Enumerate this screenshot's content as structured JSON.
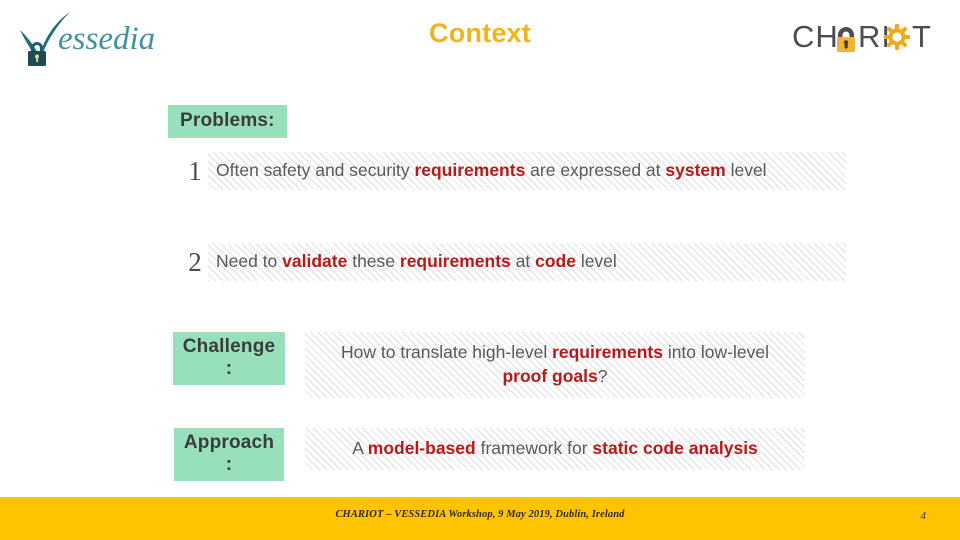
{
  "header": {
    "title": "Context",
    "title_color": "#f0b41e",
    "left_logo": {
      "name": "vessedia-logo",
      "text": "essedia",
      "icon": "check-lock-icon",
      "color": "#2e8b96"
    },
    "right_logo": {
      "name": "chariot-logo",
      "part1": "CH",
      "padlock_icon": "padlock-icon",
      "part2": "RI",
      "gear_icon": "gear-icon",
      "part3": "T",
      "text_color": "#4d4d4d",
      "accent_color": "#f2b233"
    }
  },
  "body": {
    "problems_label": "Problems:",
    "label_bg": "#98dfbc",
    "emphasis_color": "#b51b1b",
    "items": [
      {
        "number": "1",
        "segments": [
          {
            "text": "Often safety and security ",
            "bold": false
          },
          {
            "text": "requirements",
            "bold": true
          },
          {
            "text": " are expressed at ",
            "bold": false
          },
          {
            "text": "system",
            "bold": true
          },
          {
            "text": " level",
            "bold": false
          }
        ]
      },
      {
        "number": "2",
        "segments": [
          {
            "text": "Need to ",
            "bold": false
          },
          {
            "text": "validate",
            "bold": true
          },
          {
            "text": " these ",
            "bold": false
          },
          {
            "text": "requirements",
            "bold": true
          },
          {
            "text": " at ",
            "bold": false
          },
          {
            "text": "code",
            "bold": true
          },
          {
            "text": " level",
            "bold": false
          }
        ]
      }
    ],
    "rows": [
      {
        "tag": "Challenge :",
        "segments": [
          {
            "text": "How to translate high-level ",
            "bold": false
          },
          {
            "text": "requirements",
            "bold": true
          },
          {
            "text": " into low-level ",
            "bold": false
          },
          {
            "text": "proof goals",
            "bold": true
          },
          {
            "text": "?",
            "bold": false
          }
        ]
      },
      {
        "tag": "Approach :",
        "segments": [
          {
            "text": "A ",
            "bold": false
          },
          {
            "text": "model-based",
            "bold": true
          },
          {
            "text": " framework for ",
            "bold": false
          },
          {
            "text": "static code analysis",
            "bold": true
          }
        ]
      }
    ]
  },
  "footer": {
    "text": "CHARIOT – VESSEDIA Workshop, 9 May 2019, Dublin, Ireland",
    "page_number": "4",
    "bar_color": "#ffc400"
  }
}
